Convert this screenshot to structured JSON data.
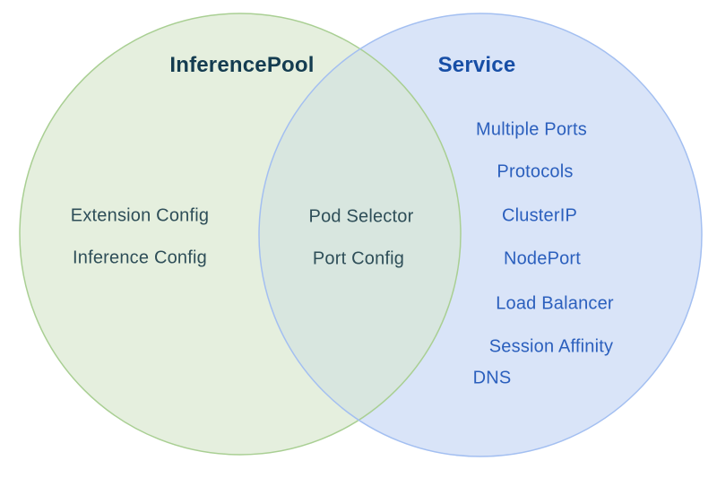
{
  "venn": {
    "background": "#ffffff",
    "left": {
      "title": "InferencePool",
      "items": [
        "Extension Config",
        "Inference Config"
      ],
      "fill": "#e5efde",
      "stroke": "#a9cf93",
      "title_color": "#143c50",
      "item_color": "#2e4e58"
    },
    "right": {
      "title": "Service",
      "items": [
        "Multiple Ports",
        "Protocols",
        "ClusterIP",
        "NodePort",
        "Load Balancer",
        "Session Affinity",
        "DNS"
      ],
      "fill": "#d9e4f8",
      "stroke": "#a3bff1",
      "title_color": "#174ea6",
      "item_color": "#2b5fbd"
    },
    "intersection": {
      "items": [
        "Pod Selector",
        "Port Config"
      ],
      "fill": "#d8e6df",
      "item_color": "#2e4e58"
    }
  }
}
